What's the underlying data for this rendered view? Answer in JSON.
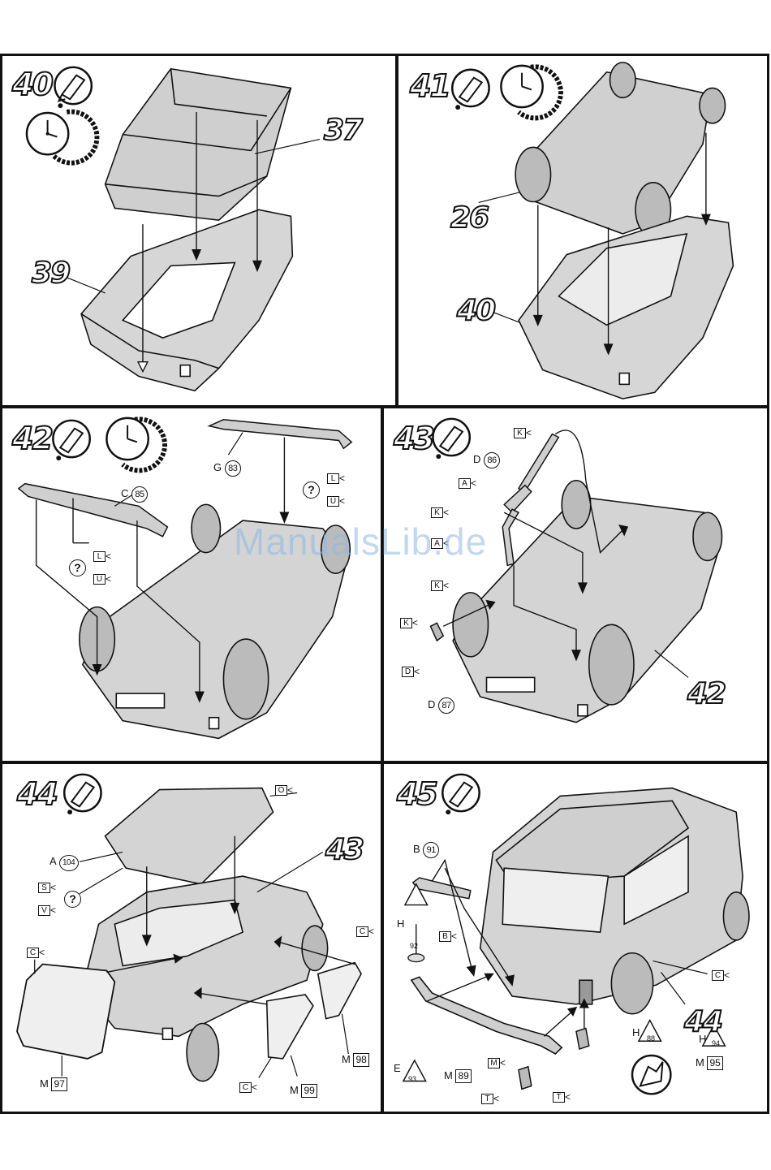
{
  "watermark": "ManualsLib.de",
  "panels": [
    {
      "step": "40",
      "refs": [
        "37",
        "39"
      ],
      "icons": [
        "glue-icon",
        "clock-icon"
      ]
    },
    {
      "step": "41",
      "refs": [
        "26",
        "40"
      ],
      "icons": [
        "glue-icon",
        "clock-icon"
      ]
    },
    {
      "step": "42",
      "icons": [
        "glue-icon",
        "clock-icon"
      ],
      "labels": {
        "g": "G",
        "g_n": "83",
        "c": "C",
        "c_n": "85",
        "l": "L",
        "u": "U",
        "q": "?"
      }
    },
    {
      "step": "43",
      "refs": [
        "42"
      ],
      "icons": [
        "glue-icon"
      ],
      "labels": {
        "k": "K",
        "a": "A",
        "d": "D",
        "d86": "86",
        "d87": "87"
      }
    },
    {
      "step": "44",
      "refs": [
        "43"
      ],
      "icons": [
        "glue-icon"
      ],
      "labels": {
        "o": "O",
        "a": "A",
        "a104": "104",
        "s": "S",
        "v": "V",
        "c": "C",
        "q": "?",
        "m": "M",
        "m97": "97",
        "m98": "98",
        "m99": "99"
      }
    },
    {
      "step": "45",
      "refs": [
        "44"
      ],
      "icons": [
        "glue-icon"
      ],
      "labels": {
        "b": "B",
        "b91": "91",
        "h": "H",
        "h92": "92",
        "h88": "88",
        "h94": "94",
        "e": "E",
        "e93": "93",
        "m": "M",
        "m89": "89",
        "m95": "95",
        "t": "T",
        "c": "C"
      }
    }
  ]
}
